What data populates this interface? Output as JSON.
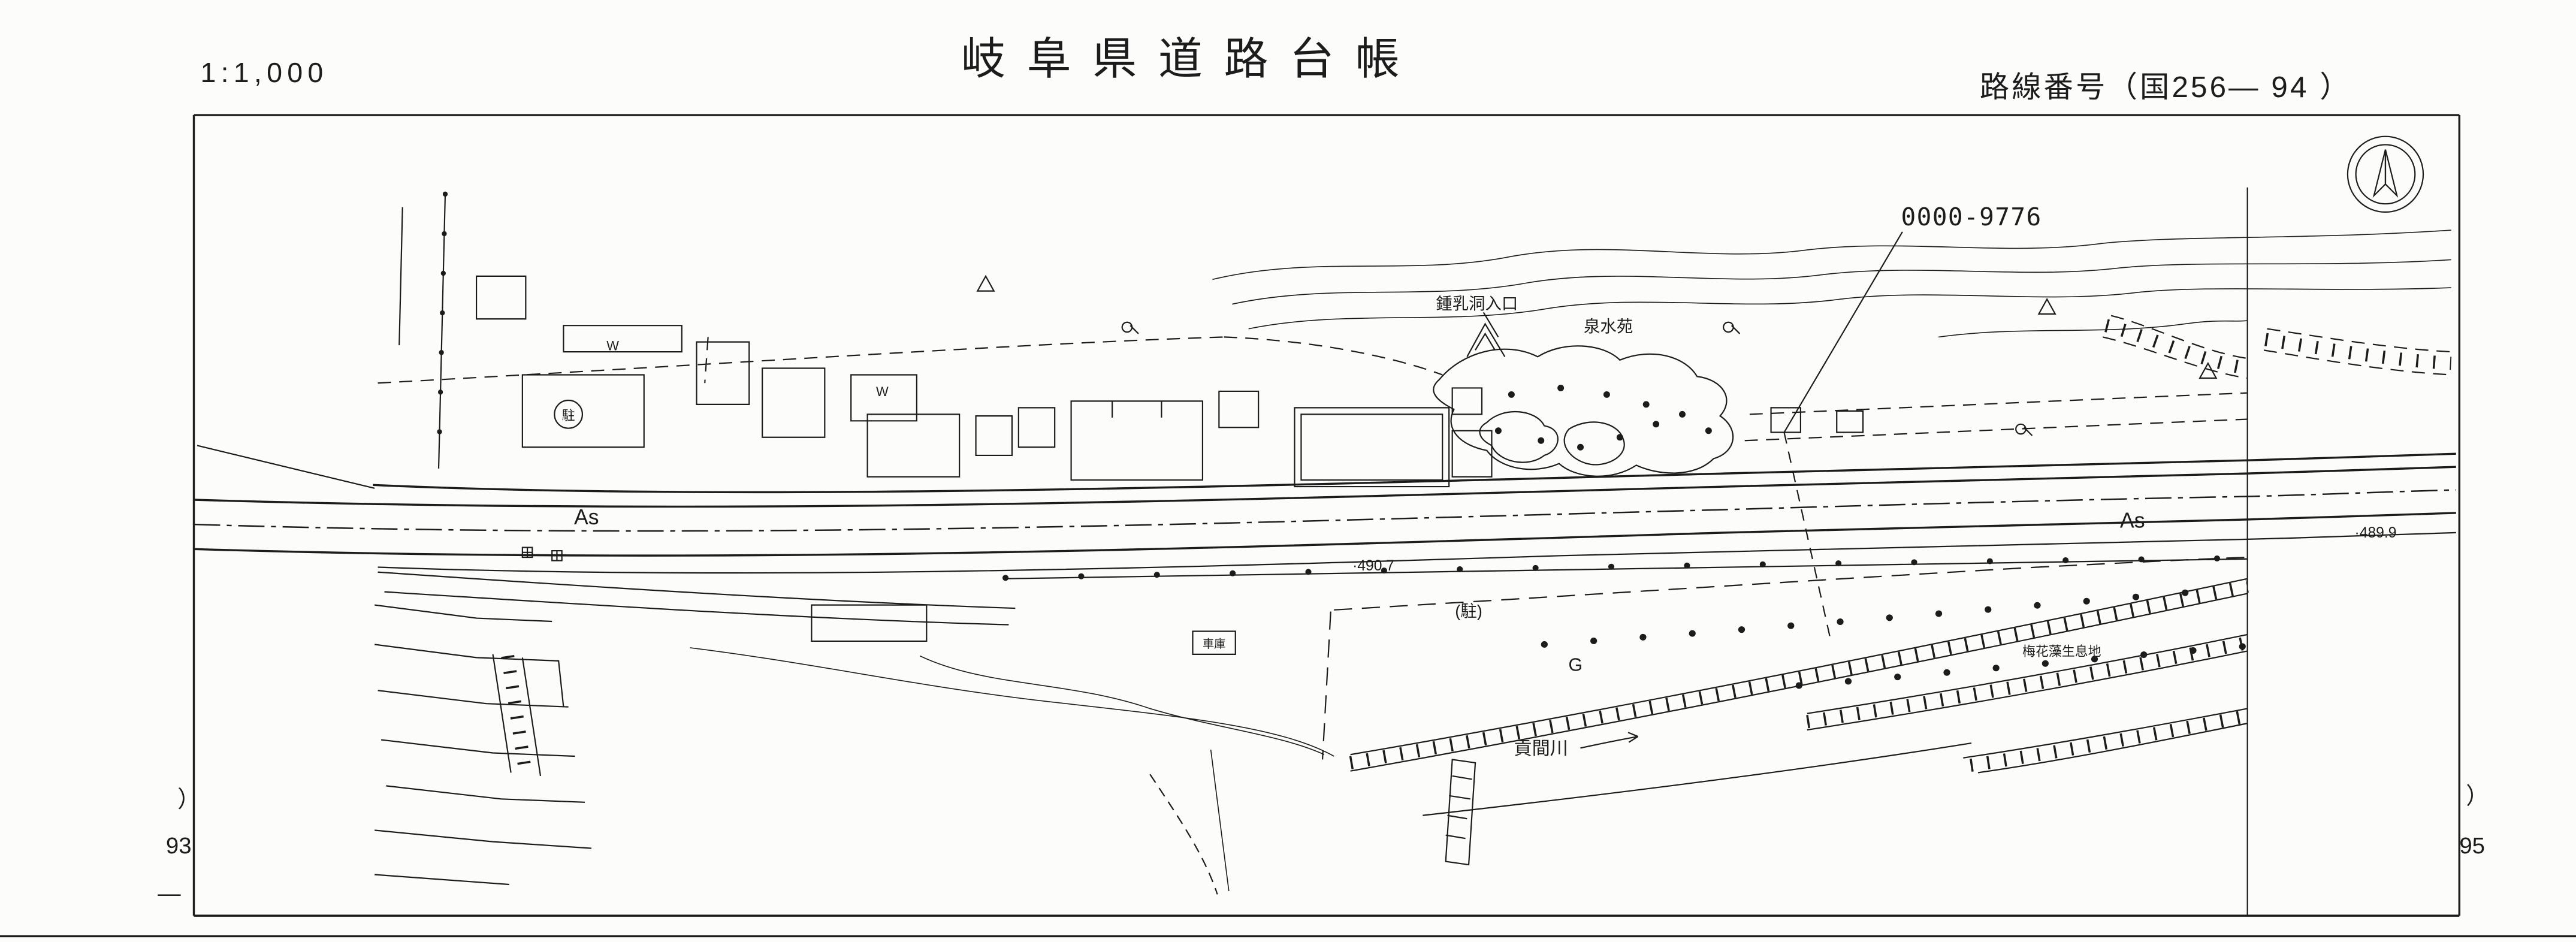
{
  "header": {
    "scale": "1:1,000",
    "title": "岐阜県道路台帳",
    "route_label": "路線番号（国256— 94 ）"
  },
  "annotations": {
    "parcel_id": "0000-9776"
  },
  "labels": {
    "cave_entrance": "鍾乳洞入口",
    "garden": "泉水苑",
    "surface_left": "As",
    "surface_right": "As",
    "elev_center": "·490.7",
    "elev_right": "·489.9",
    "parking_circle": "駐",
    "parking_area": "(駐)",
    "green_area": "G",
    "river": "貢間川",
    "habitat": "梅花藻生息地",
    "garage": "車庫",
    "well_left": "W",
    "well_mid": "W"
  },
  "stations": {
    "left": {
      "paren": "）",
      "number": "93",
      "dash": "—"
    },
    "right": {
      "paren": "）",
      "number": "95"
    }
  },
  "colors": {
    "ink": "#1c1c1c",
    "paper": "#fcfcfa"
  }
}
